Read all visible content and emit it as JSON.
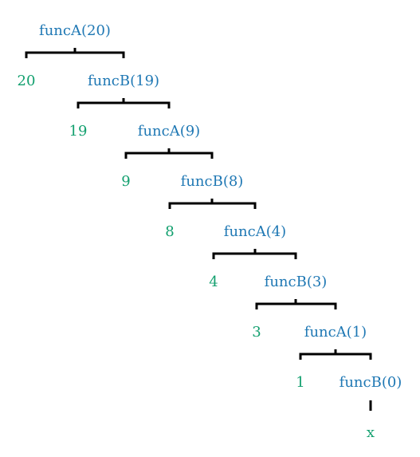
{
  "colors": {
    "call": "#1f78b4",
    "value": "#13a06f",
    "line": "#000000"
  },
  "calls": [
    "funcA(20)",
    "funcB(19)",
    "funcA(9)",
    "funcB(8)",
    "funcA(4)",
    "funcB(3)",
    "funcA(1)",
    "funcB(0)"
  ],
  "values": [
    "20",
    "19",
    "9",
    "8",
    "4",
    "3",
    "1"
  ],
  "terminal": "x"
}
